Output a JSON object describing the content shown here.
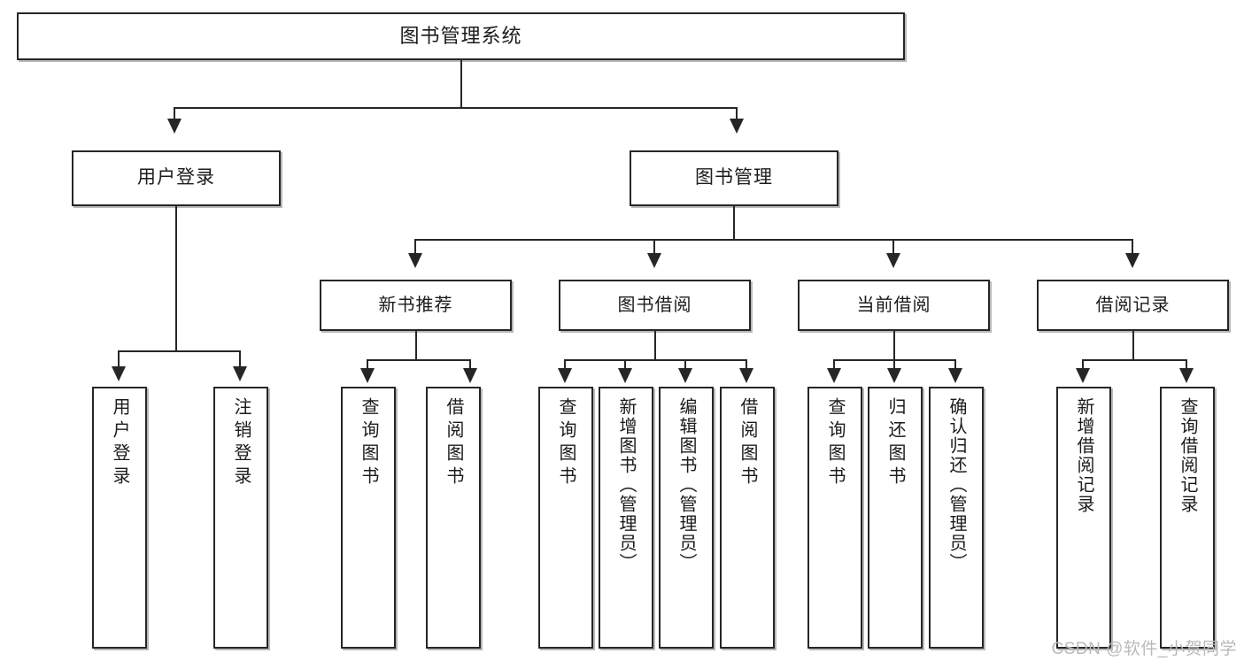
{
  "diagram": {
    "title": "图书管理系统",
    "type": "tree-hierarchy",
    "root": {
      "label": "图书管理系统"
    },
    "level2": [
      {
        "label": "用户登录"
      },
      {
        "label": "图书管理"
      }
    ],
    "level3": [
      {
        "label": "新书推荐"
      },
      {
        "label": "图书借阅"
      },
      {
        "label": "当前借阅"
      },
      {
        "label": "借阅记录"
      }
    ],
    "leaves": {
      "user_login": [
        {
          "label": "用户登录"
        },
        {
          "label": "注销登录"
        }
      ],
      "new_book_recommend": [
        {
          "label": "查询图书"
        },
        {
          "label": "借阅图书"
        }
      ],
      "book_borrow": [
        {
          "label": "查询图书"
        },
        {
          "label": "新增图书（管理员）"
        },
        {
          "label": "编辑图书（管理员）"
        },
        {
          "label": "借阅图书"
        }
      ],
      "current_borrow": [
        {
          "label": "查询图书"
        },
        {
          "label": "归还图书"
        },
        {
          "label": "确认归还（管理员）"
        }
      ],
      "borrow_record": [
        {
          "label": "新增借阅记录"
        },
        {
          "label": "查询借阅记录"
        }
      ]
    }
  },
  "watermark": {
    "text": "CSDN @软件_小贺同学"
  },
  "colors": {
    "stroke": "#262626",
    "background": "#ffffff",
    "text": "#1b1b1b",
    "watermark": "#b9b9b9"
  }
}
